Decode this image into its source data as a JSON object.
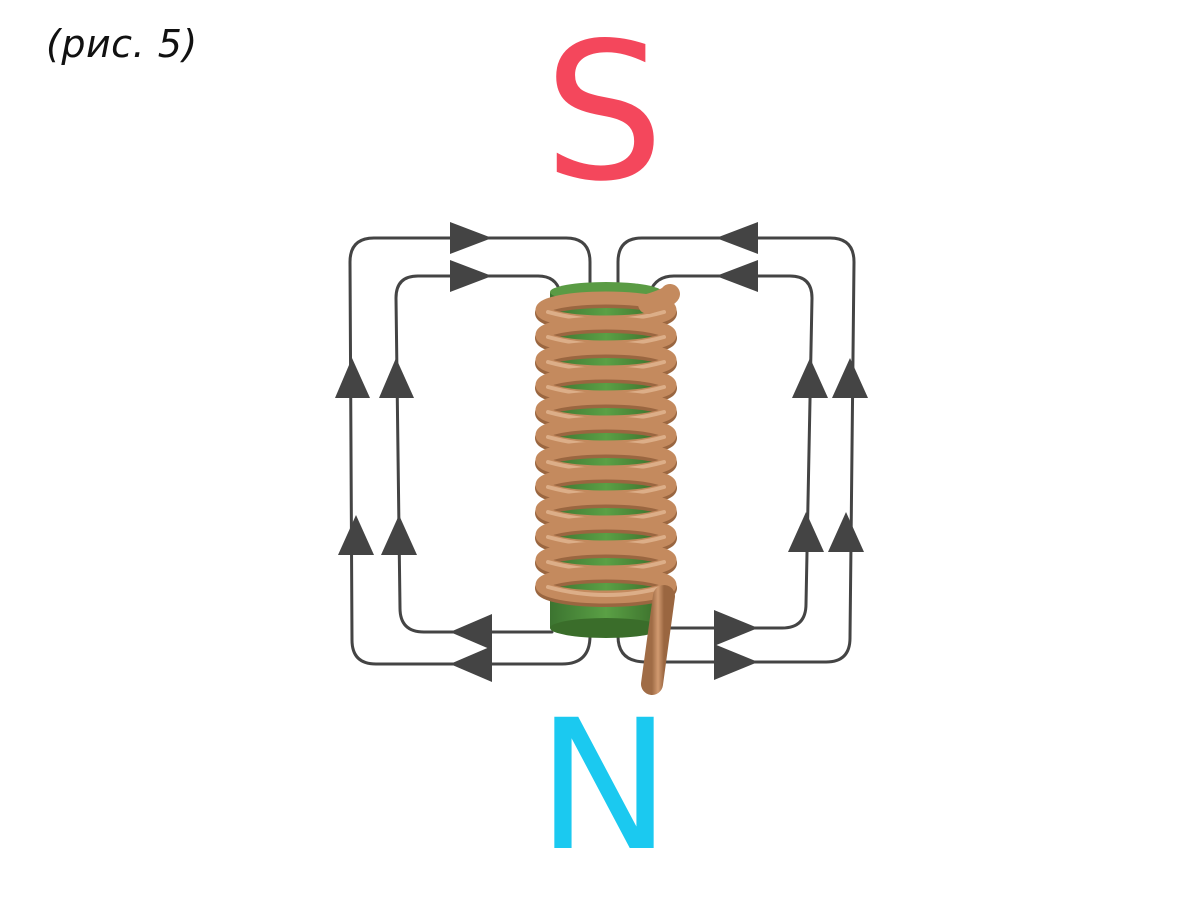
{
  "caption": "(рис. 5)",
  "poles": {
    "top": {
      "label": "S",
      "color": "#f4475c"
    },
    "bottom": {
      "label": "N",
      "color": "#1bc9f0"
    }
  },
  "colors": {
    "field_lines": "#444444",
    "coil_wire": "#c48a5e",
    "coil_wire_shadow": "#9a6640",
    "core": "#4f8f3a",
    "core_dark": "#3a6d2a"
  },
  "field_lines": {
    "left_outer": {
      "direction": "up-then-inward-at-top"
    },
    "left_inner": {
      "direction": "up-then-inward-at-top"
    },
    "right_inner": {
      "direction": "up-then-inward-at-top"
    },
    "right_outer": {
      "direction": "up-then-inward-at-top"
    }
  },
  "coil": {
    "turns": 12,
    "core_icon": "green-cylinder",
    "wire_icon": "copper-wire"
  }
}
